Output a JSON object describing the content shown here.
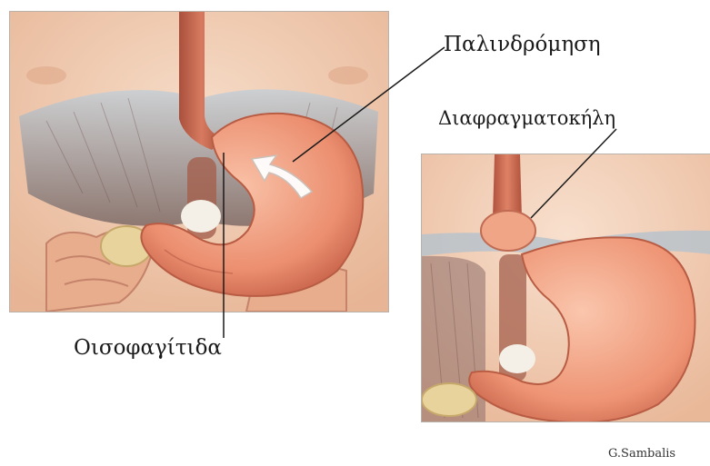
{
  "labels": {
    "reflux": "Παλινδρόμηση",
    "hiatal_hernia": "Διαφραγματοκήλη",
    "esophagitis": "Οισοφαγίτιδα",
    "credit": "G.Sambalis"
  },
  "colors": {
    "skin": "#f1c9ad",
    "stomach": "#e98f72",
    "esophagus": "#c9654f",
    "diaphragm": "#a9b4bd",
    "intestine": "#e7b18f",
    "leader_line": "#1a1a1a"
  }
}
